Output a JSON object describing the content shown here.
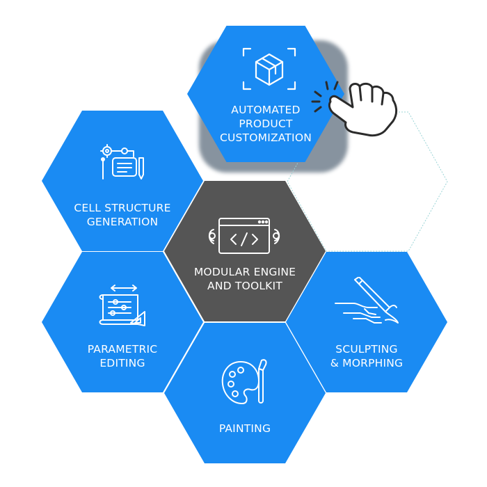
{
  "colors": {
    "hex_blue": "#1a8bf3",
    "hex_center": "#555555",
    "ghost_outline": "#9ad4d6",
    "icon_stroke": "#ffffff",
    "hand_stroke": "#2b2b2b"
  },
  "hexes": [
    {
      "id": "automated",
      "label": "AUTOMATED\nPRODUCT\nCUSTOMIZATION",
      "icon": "cube-frame-icon"
    },
    {
      "id": "cell",
      "label": "CELL STRUCTURE\nGENERATION",
      "icon": "workflow-icon"
    },
    {
      "id": "modular",
      "label": "MODULAR ENGINE\nAND TOOLKIT",
      "icon": "code-window-icon"
    },
    {
      "id": "parametric",
      "label": "PARAMETRIC\nEDITING",
      "icon": "blueprint-icon"
    },
    {
      "id": "sculpting",
      "label": "SCULPTING\n& MORPHING",
      "icon": "sculpting-hand-icon"
    },
    {
      "id": "painting",
      "label": "PAINTING",
      "icon": "palette-brush-icon"
    }
  ],
  "pointer": {
    "icon": "pointing-hand-icon"
  }
}
